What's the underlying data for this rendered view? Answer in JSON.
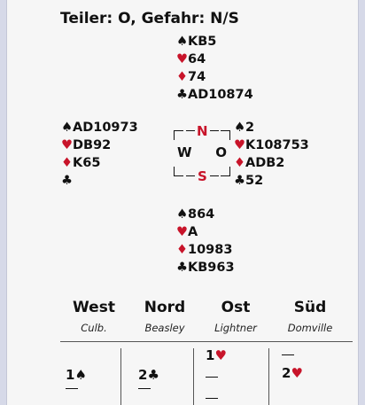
{
  "header": "Teiler: O, Gefahr: N/S",
  "symbols": {
    "spade": "♠",
    "heart": "♥",
    "diamond": "♦",
    "club": "♣"
  },
  "colors": {
    "red": "#c8142a",
    "black": "#111111"
  },
  "hands": {
    "north": {
      "spades": "KB5",
      "hearts": "64",
      "diamonds": "74",
      "clubs": "AD10874"
    },
    "west": {
      "spades": "AD10973",
      "hearts": "DB92",
      "diamonds": "K65",
      "clubs": ""
    },
    "east": {
      "spades": "2",
      "hearts": "K108753",
      "diamonds": "ADB2",
      "clubs": "52"
    },
    "south": {
      "spades": "864",
      "hearts": "A",
      "diamonds": "10983",
      "clubs": "KB963"
    }
  },
  "compass": {
    "n": "N",
    "w": "W",
    "o": "O",
    "s": "S"
  },
  "bidding": {
    "columns": [
      {
        "seat": "West",
        "player": "Culb."
      },
      {
        "seat": "Nord",
        "player": "Beasley"
      },
      {
        "seat": "Ost",
        "player": "Lightner"
      },
      {
        "seat": "Süd",
        "player": "Domville"
      }
    ],
    "bids": {
      "ost_1": "1",
      "west_1": "1",
      "nord_1": "2",
      "sud_1": "2"
    }
  }
}
